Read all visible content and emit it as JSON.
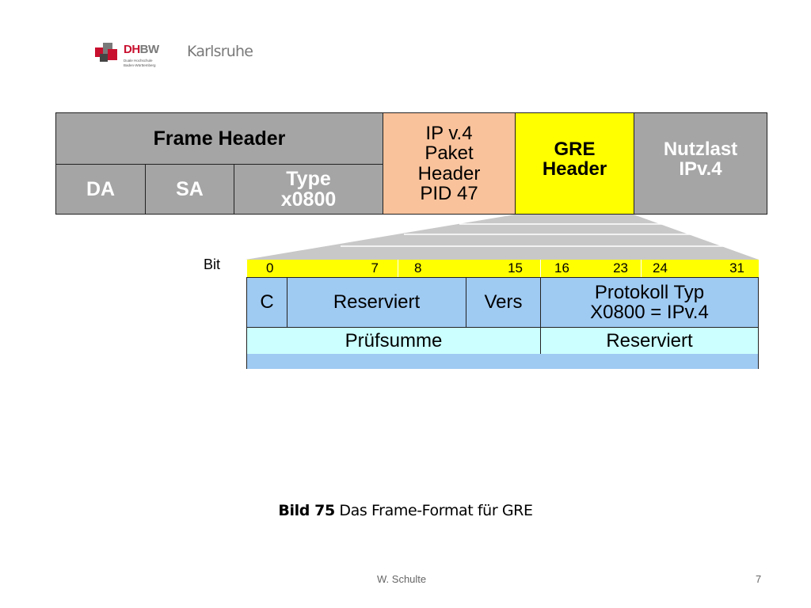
{
  "logo": {
    "brand_red": "DH",
    "brand_gray": "BW",
    "sub_line1": "Duale Hochschule",
    "sub_line2": "Baden-Württemberg",
    "city": "Karlsruhe"
  },
  "frame": {
    "frame_header": "Frame Header",
    "da": "DA",
    "sa": "SA",
    "type_line1": "Type",
    "type_line2": "x0800",
    "ip_line1": "IP v.4",
    "ip_line2": "Paket",
    "ip_line3": "Header",
    "ip_line4": "PID 47",
    "gre_line1": "GRE",
    "gre_line2": "Header",
    "payload_line1": "Nutzlast",
    "payload_line2": "IPv.4"
  },
  "gre": {
    "bit_label": "Bit",
    "bits": [
      "0",
      "7",
      "8",
      "15",
      "16",
      "23",
      "24",
      "31"
    ],
    "c": "C",
    "reserved1": "Reserviert",
    "vers": "Vers",
    "proto_line1": "Protokoll Typ",
    "proto_line2": "X0800 = IPv.4",
    "checksum": "Prüfsumme",
    "reserved2": "Reserviert"
  },
  "caption": {
    "label": "Bild 75",
    "text": " Das Frame-Format für GRE"
  },
  "footer": {
    "author": "W. Schulte",
    "page": "7"
  },
  "colors": {
    "gray": "#a5a5a5",
    "peach": "#f9c29b",
    "yellow": "#ffff00",
    "blue": "#9fcaf2",
    "cyan": "#ccffff",
    "brand_red": "#c8102e"
  }
}
